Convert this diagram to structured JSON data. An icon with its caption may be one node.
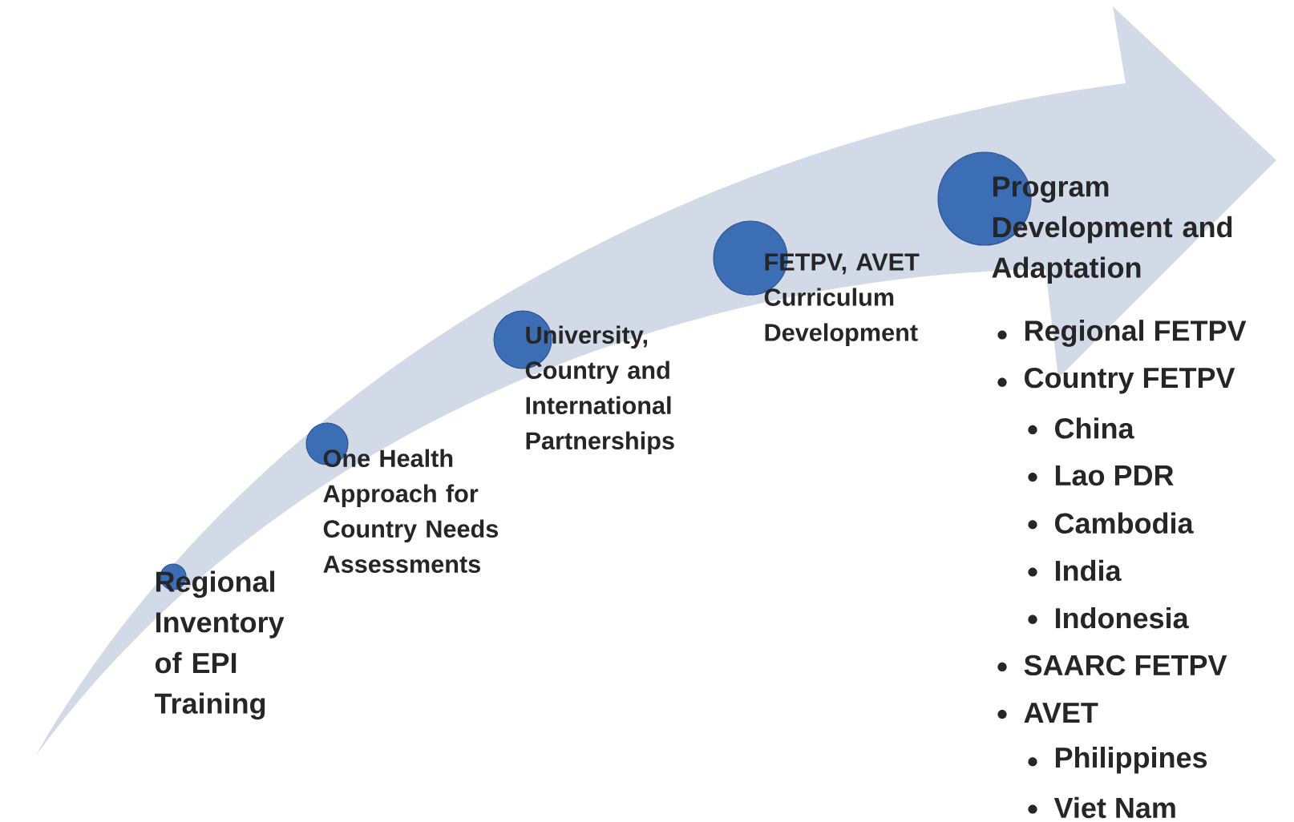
{
  "diagram": {
    "nodes": [
      {
        "text": [
          "Regional Inventory of EPI Training"
        ]
      },
      {
        "text": [
          "One Health Approach for Country Needs Assessments"
        ]
      },
      {
        "text": [
          "University, Country and International Partnerships"
        ]
      },
      {
        "text": [
          "FETPV, AVET Curriculum Development"
        ]
      },
      {
        "text": [
          "Program Development and Adaptation"
        ]
      }
    ],
    "labels": [
      "Regional FETPV",
      "Country FETPV",
      "China",
      "Lao PDR",
      "Cambodia",
      "India",
      "Indonesia",
      "SAARC FETPV",
      "AVET",
      "Philippines",
      "Viet Nam"
    ]
  }
}
